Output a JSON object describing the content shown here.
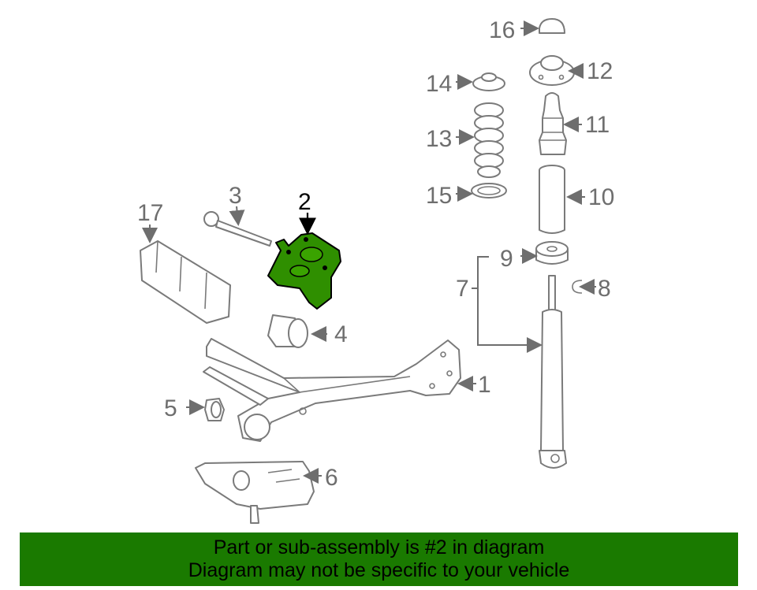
{
  "diagram": {
    "callouts": [
      "1",
      "2",
      "3",
      "4",
      "5",
      "6",
      "7",
      "8",
      "9",
      "10",
      "11",
      "12",
      "13",
      "14",
      "15",
      "16",
      "17"
    ],
    "highlighted_callout": "2",
    "colors": {
      "highlight": "#2f8f00",
      "line_art": "#7a7a7a",
      "banner": "#1a7a00"
    }
  },
  "banner": {
    "line1": "Part or sub-assembly is #2 in diagram",
    "line2": "Diagram may not be specific to your vehicle"
  }
}
